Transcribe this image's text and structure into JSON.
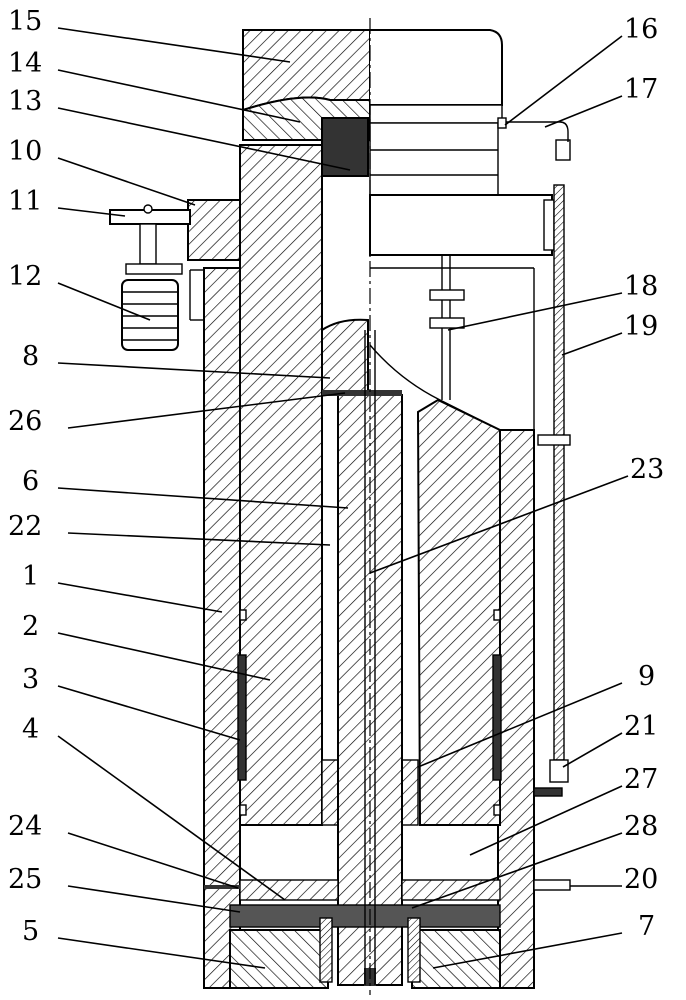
{
  "labels": {
    "l1": "1",
    "l2": "2",
    "l3": "3",
    "l4": "4",
    "l5": "5",
    "l6": "6",
    "l7": "7",
    "l8": "8",
    "l9": "9",
    "l10": "10",
    "l11": "11",
    "l12": "12",
    "l13": "13",
    "l14": "14",
    "l15": "15",
    "l16": "16",
    "l17": "17",
    "l18": "18",
    "l19": "19",
    "l20": "20",
    "l21": "21",
    "l22": "22",
    "l23": "23",
    "l24": "24",
    "l25": "25",
    "l26": "26",
    "l27": "27",
    "l28": "28"
  },
  "colors": {
    "line": "#000000",
    "solid_fill": "#333333",
    "background": "#ffffff"
  }
}
